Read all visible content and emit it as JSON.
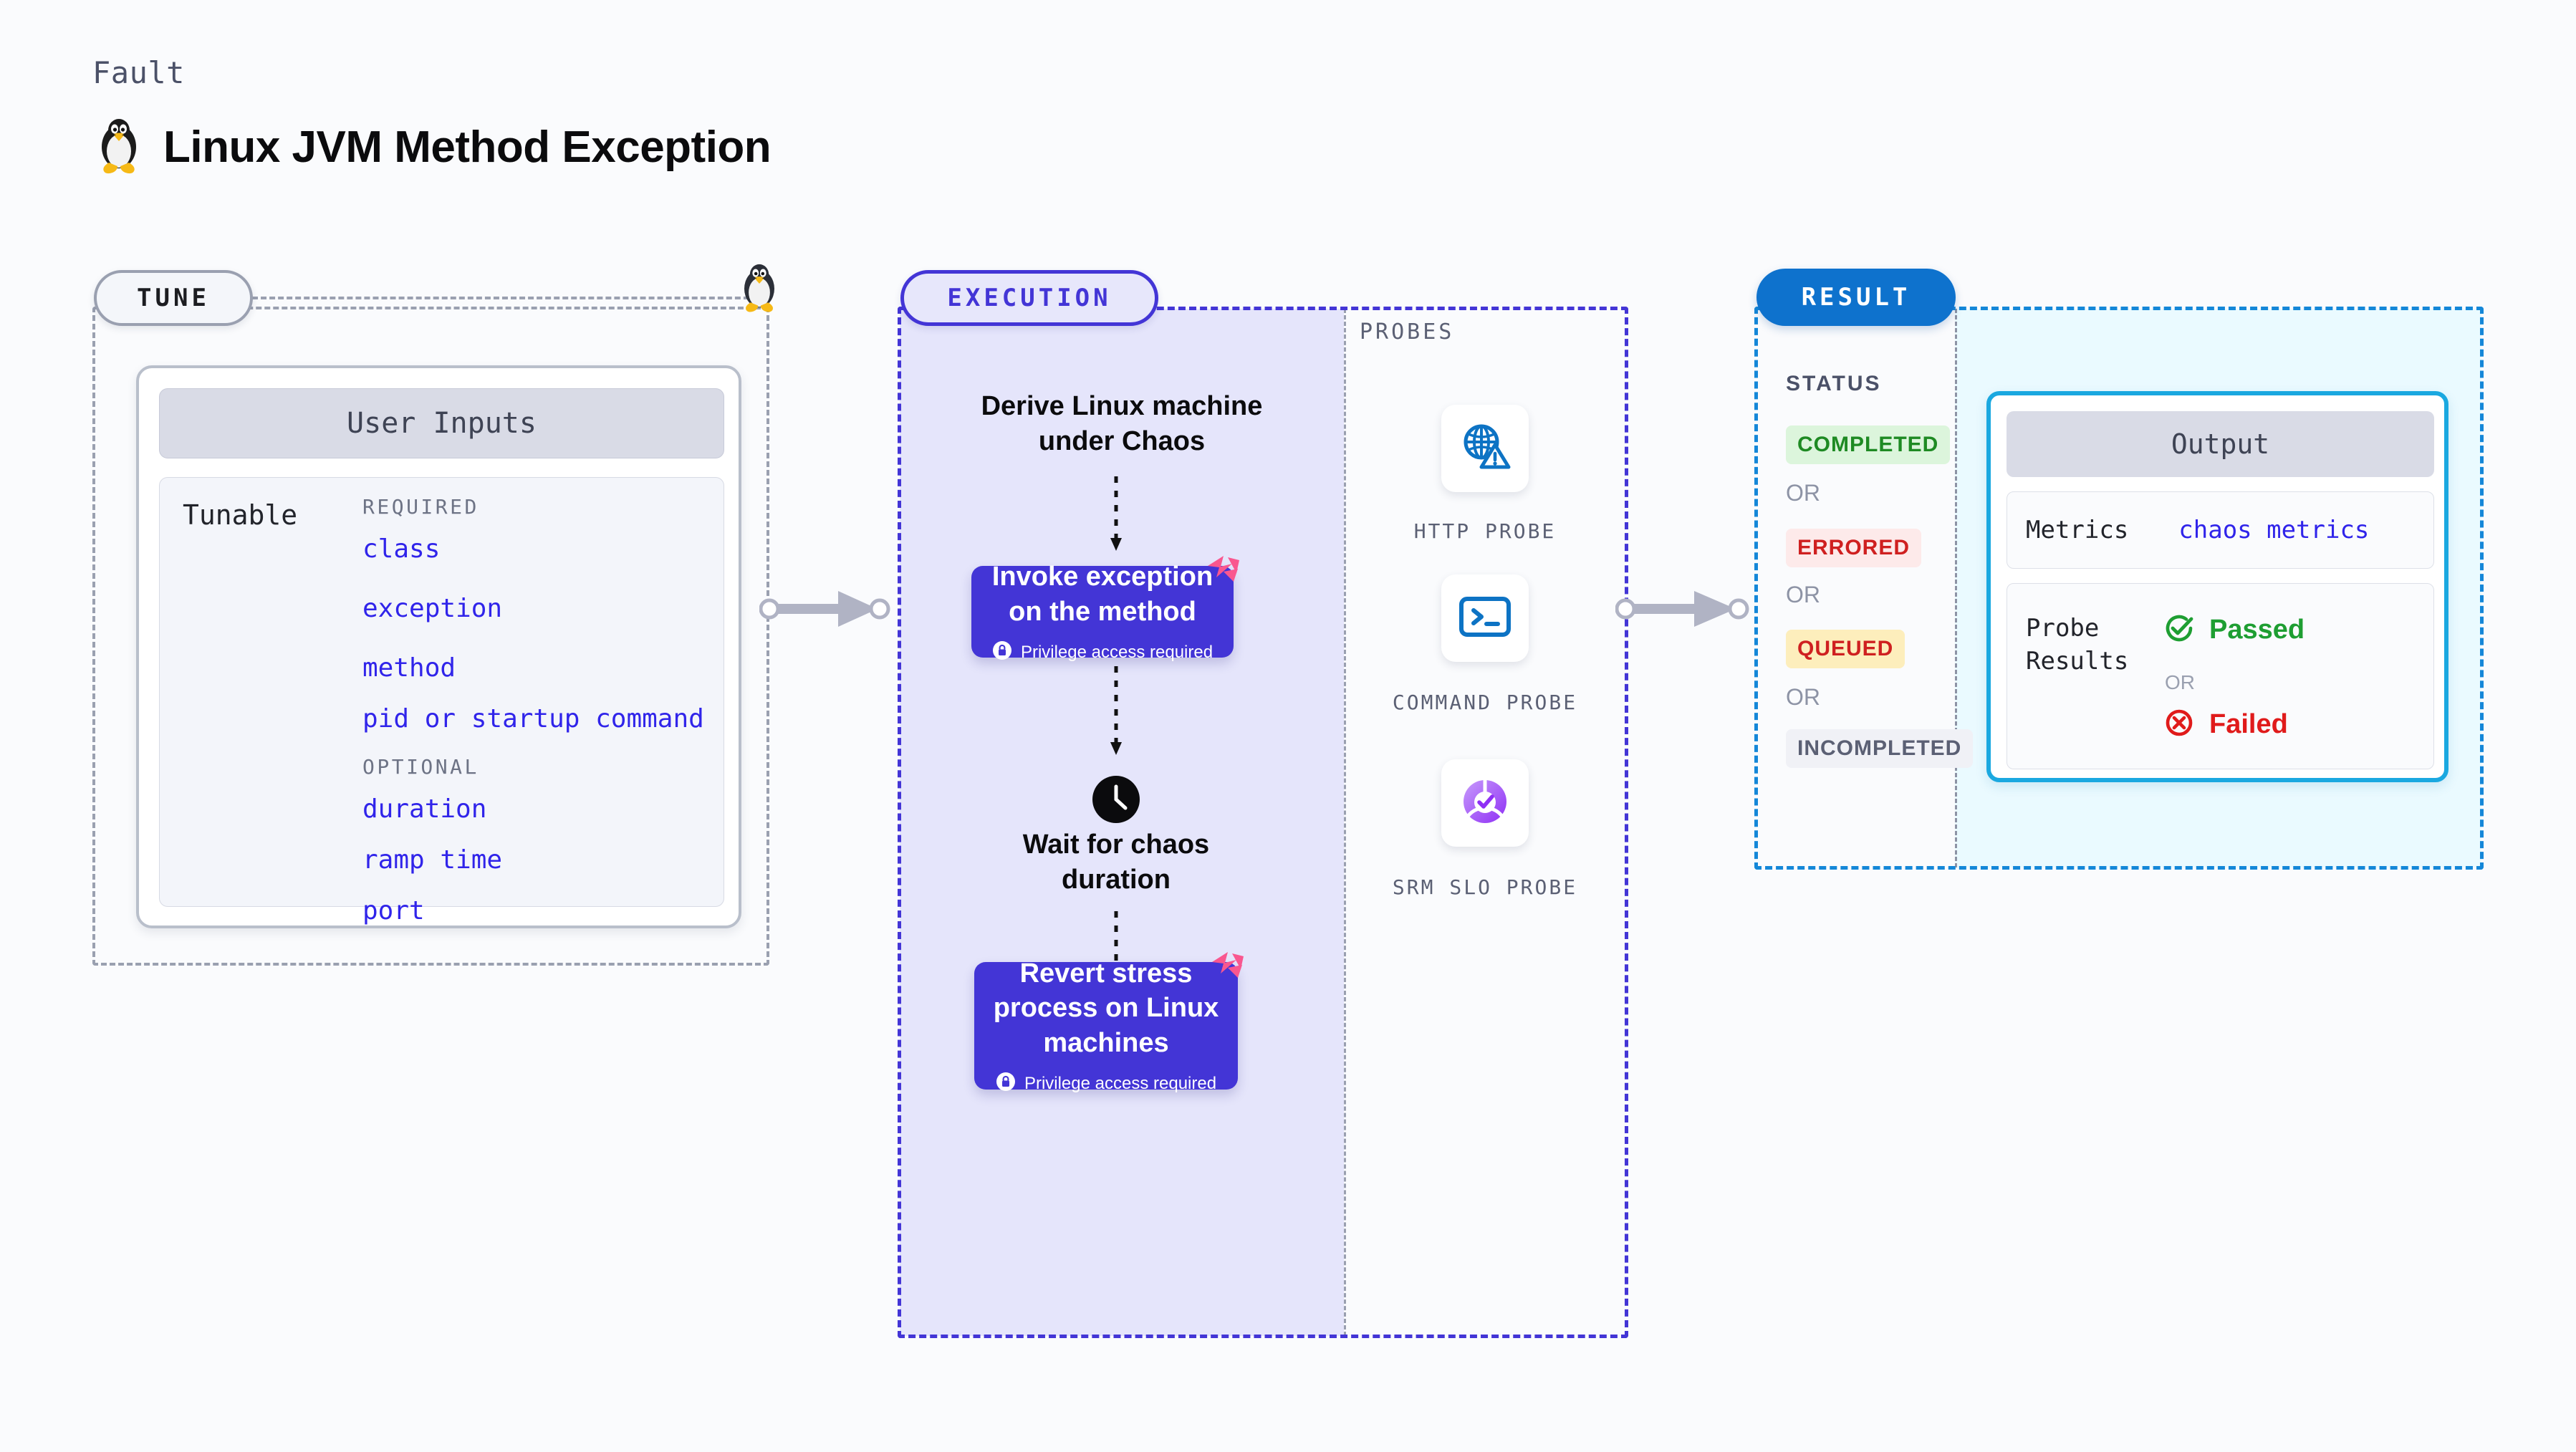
{
  "header": {
    "kicker": "Fault",
    "title": "Linux JVM Method Exception",
    "icon": "linux-penguin-icon"
  },
  "tune": {
    "pill_label": "TUNE",
    "edge_icon": "linux-penguin-icon",
    "card": {
      "header": "User Inputs",
      "row_label": "Tunable",
      "groups": [
        {
          "title": "REQUIRED",
          "items": [
            "class",
            "exception",
            "method",
            "pid or startup command"
          ]
        },
        {
          "title": "OPTIONAL",
          "items": [
            "duration",
            "ramp time",
            "port"
          ]
        }
      ]
    }
  },
  "execution": {
    "pill_label": "EXECUTION",
    "steps": [
      {
        "kind": "text",
        "label": "Derive Linux machine\nunder Chaos"
      },
      {
        "kind": "card",
        "label": "Invoke exception\non the method",
        "note": "Privilege access required",
        "note_icon": "lock-icon",
        "corner_icon": "chaos-logo-icon"
      },
      {
        "kind": "text",
        "label": "Wait for chaos\nduration",
        "icon": "clock-icon"
      },
      {
        "kind": "card",
        "label": "Revert stress\nprocess on Linux\nmachines",
        "note": "Privilege access required",
        "note_icon": "lock-icon",
        "corner_icon": "chaos-logo-icon"
      }
    ]
  },
  "probes": {
    "title": "PROBES",
    "items": [
      {
        "caption": "HTTP PROBE",
        "icon": "globe-warning-icon"
      },
      {
        "caption": "COMMAND PROBE",
        "icon": "terminal-icon"
      },
      {
        "caption": "SRM SLO PROBE",
        "icon": "slo-check-icon"
      }
    ]
  },
  "result": {
    "pill_label": "RESULT",
    "status_title": "STATUS",
    "or_label": "OR",
    "statuses": [
      {
        "label": "COMPLETED",
        "bg": "#dcf5dc",
        "fg": "#1e8a23"
      },
      {
        "label": "ERRORED",
        "bg": "#fdeaea",
        "fg": "#cf2020"
      },
      {
        "label": "QUEUED",
        "bg": "#fdeebc",
        "fg": "#cf2020"
      },
      {
        "label": "INCOMPLETED",
        "bg": "#f0f1f6",
        "fg": "#5b6074"
      }
    ],
    "output": {
      "header": "Output",
      "metrics_label": "Metrics",
      "metrics_value": "chaos metrics",
      "probe_results_label": "Probe\nResults",
      "passed_label": "Passed",
      "failed_label": "Failed",
      "or_label": "OR",
      "passed_icon": "check-circle-icon",
      "failed_icon": "x-circle-icon"
    }
  },
  "colors": {
    "accent_purple": "#4335d6",
    "accent_blue": "#1487d8",
    "output_border": "#1aa8e0",
    "tune_border": "#9aa0b0",
    "tunable_text": "#3024ea",
    "pink": "#f9578f",
    "pass_green": "#1e9e32",
    "fail_red": "#e01b1b"
  }
}
